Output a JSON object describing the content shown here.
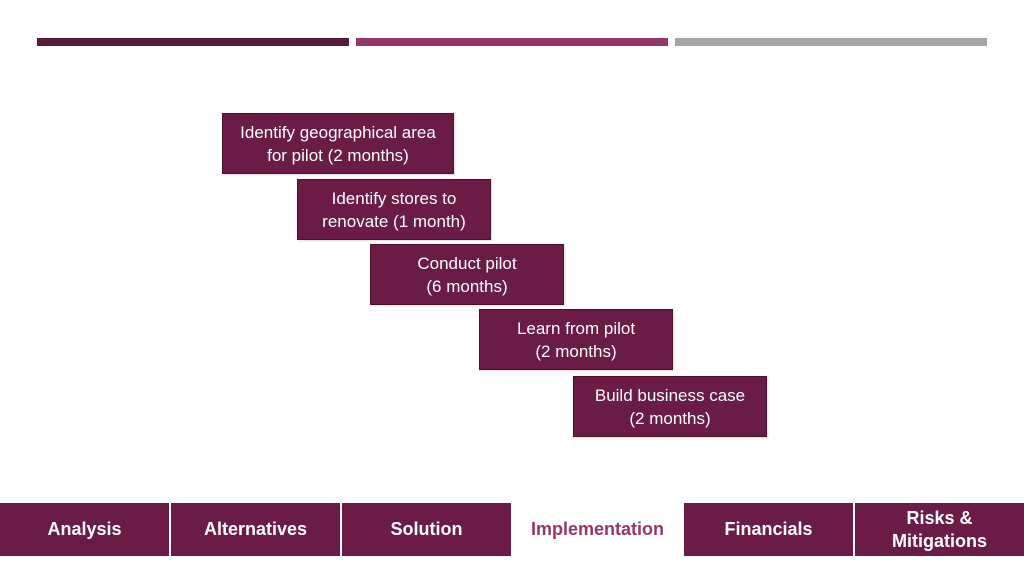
{
  "colors": {
    "bar_dark": "#5a1a3a",
    "bar_mid": "#96366a",
    "bar_grey": "#a6a6a6",
    "box_fill": "#6a1c46",
    "active_tab_text": "#96366a"
  },
  "steps": [
    {
      "label": "Identify geographical area\nfor pilot (2 months)"
    },
    {
      "label": "Identify stores to\nrenovate (1 month)"
    },
    {
      "label": "Conduct pilot\n(6 months)"
    },
    {
      "label": "Learn from pilot\n(2 months)"
    },
    {
      "label": "Build business case\n(2 months)"
    }
  ],
  "nav": {
    "active": "Implementation",
    "tabs": [
      {
        "label": "Analysis"
      },
      {
        "label": "Alternatives"
      },
      {
        "label": "Solution"
      },
      {
        "label": "Implementation"
      },
      {
        "label": "Financials"
      },
      {
        "label": "Risks &\nMitigations"
      }
    ]
  }
}
